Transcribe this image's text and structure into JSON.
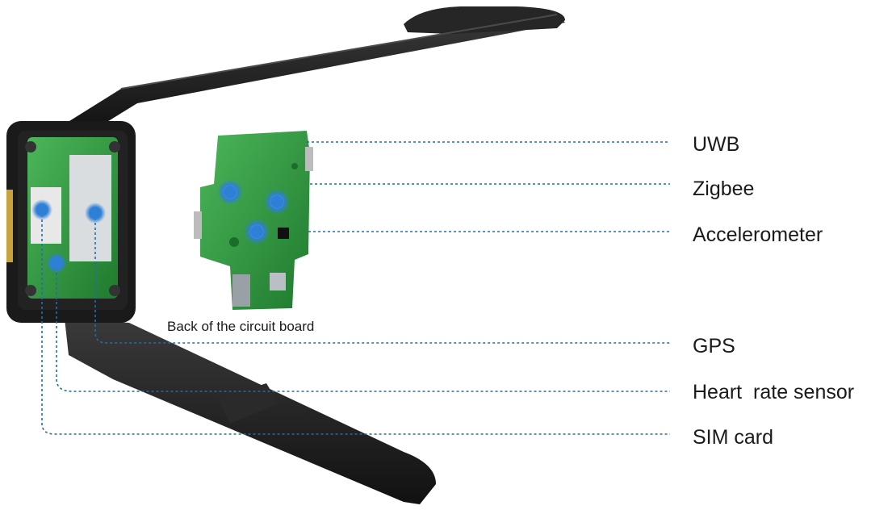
{
  "caption": "Back of the circuit board",
  "labels": {
    "uwb": "UWB",
    "zigbee": "Zigbee",
    "accelerometer": "Accelerometer",
    "gps": "GPS",
    "heart_rate": "Heart  rate sensor",
    "sim_card": "SIM card"
  },
  "colors": {
    "strap": "#1c1c1c",
    "pcb": "#2f9a3f",
    "leader_line": "#2b6c9b",
    "marker": "#2e7fd6"
  }
}
